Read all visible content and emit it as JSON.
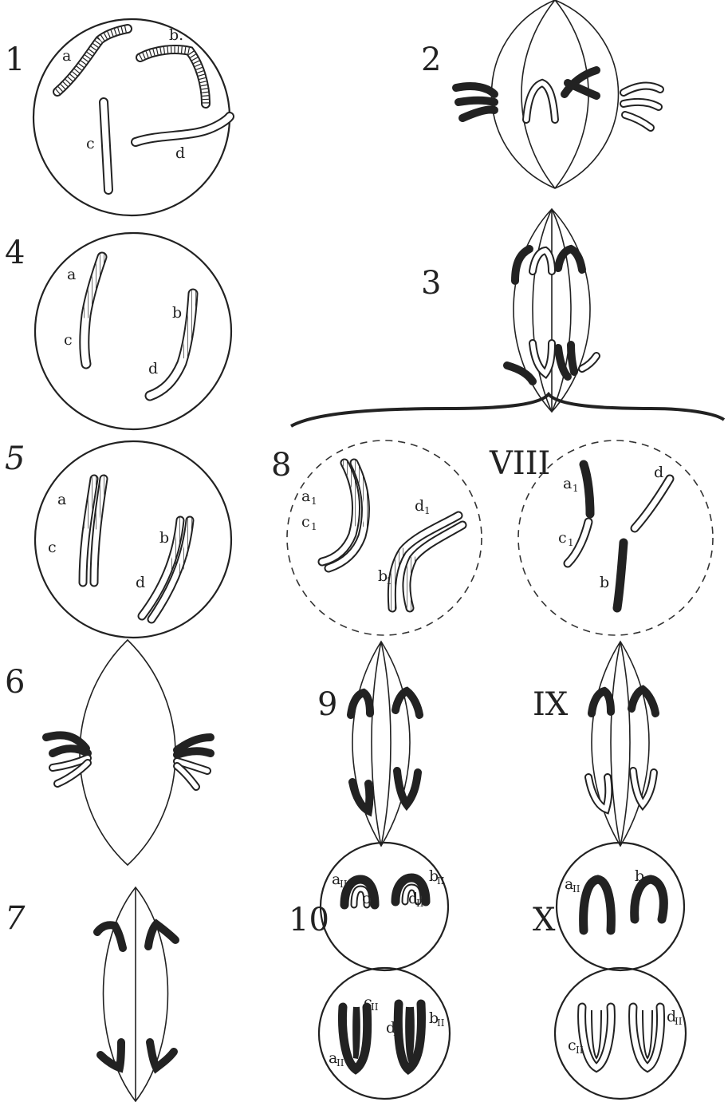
{
  "figures": {
    "f1": {
      "number": "1",
      "labels": [
        "a",
        "b.",
        "c",
        "d"
      ]
    },
    "f2": {
      "number": "2"
    },
    "f3": {
      "number": "3"
    },
    "f4": {
      "number": "4",
      "labels": [
        "a",
        "b",
        "c",
        "d"
      ]
    },
    "f5": {
      "number": "5",
      "labels": [
        "a",
        "b",
        "c",
        "d"
      ]
    },
    "f6": {
      "number": "6"
    },
    "f7": {
      "number": "7"
    },
    "f8": {
      "number": "8",
      "labels": [
        "a",
        "c",
        "d",
        "b"
      ],
      "subscript": "1"
    },
    "f8b": {
      "number": "VIII",
      "labels": [
        "a",
        "d",
        "c",
        "b"
      ],
      "subscript": "1"
    },
    "f9": {
      "number": "9"
    },
    "f9b": {
      "number": "IX"
    },
    "f10": {
      "number": "10",
      "labels_top": [
        "a",
        "c",
        "d",
        "b"
      ],
      "labels_bottom": [
        "c",
        "a",
        "d",
        "b"
      ],
      "subscript": "II"
    },
    "f10b": {
      "number": "X",
      "labels_top": [
        "a",
        "b"
      ],
      "labels_bottom": [
        "c",
        "d"
      ],
      "subscript": "II"
    }
  }
}
